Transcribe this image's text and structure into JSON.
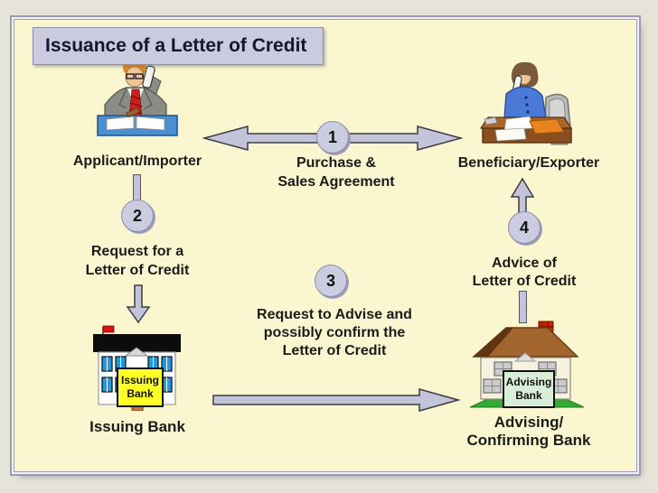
{
  "title": "Issuance of a Letter of Credit",
  "actors": {
    "applicant": {
      "label": "Applicant/Importer"
    },
    "beneficiary": {
      "label": "Beneficiary/Exporter"
    },
    "issuing_bank": {
      "label": "Issuing Bank",
      "sign": "Issuing Bank"
    },
    "advising_bank": {
      "label_lines": [
        "Advising/",
        "Confirming Bank"
      ],
      "sign": "Advising Bank"
    }
  },
  "steps": {
    "1": {
      "number": "1",
      "lines": [
        "Purchase &",
        "Sales Agreement"
      ]
    },
    "2": {
      "number": "2",
      "lines": [
        "Request for a",
        "Letter of Credit"
      ]
    },
    "3": {
      "number": "3",
      "lines": [
        "Request to Advise and",
        "possibly confirm the",
        "Letter of Credit"
      ]
    },
    "4": {
      "number": "4",
      "lines": [
        "Advice of",
        "Letter of Credit"
      ]
    }
  },
  "colors": {
    "page_background": "#e6e3d8",
    "slide_background": "#f9f6d0",
    "title_box": "#cacbdf",
    "arrow_fill": "#c3c4d9",
    "issuing_sign": "#ffff28",
    "advising_sign": "#d8eed6",
    "text": "#1b1b1b"
  }
}
